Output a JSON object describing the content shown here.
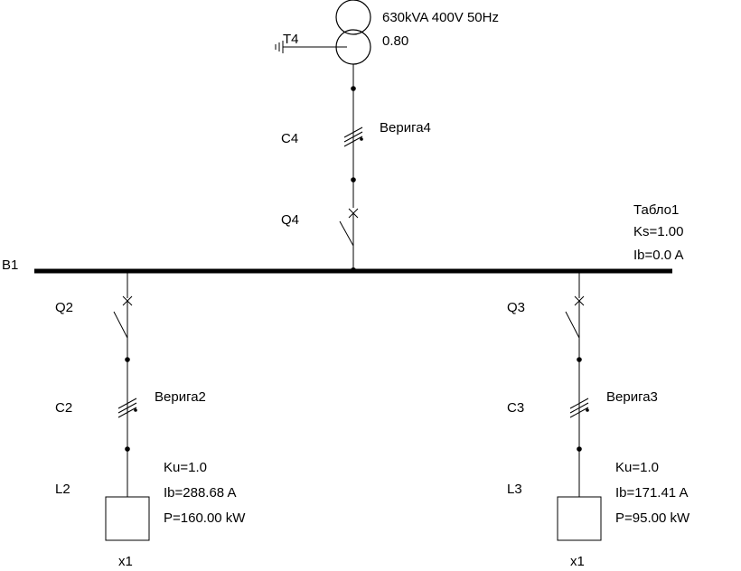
{
  "transformer": {
    "label": "T4",
    "rating": "630kVA 400V 50Hz",
    "pf": "0.80"
  },
  "incomer": {
    "cable_label": "C4",
    "cable_name": "Верига4",
    "breaker_label": "Q4"
  },
  "busbar": {
    "label": "B1",
    "panel_name": "Табло1",
    "ks": "Ks=1.00",
    "ib": "Ib=0.0 A"
  },
  "feeders": [
    {
      "breaker_label": "Q2",
      "cable_label": "C2",
      "cable_name": "Верига2",
      "load_label": "L2",
      "ku": "Ku=1.0",
      "ib": "Ib=288.68 A",
      "power": "P=160.00 kW",
      "multiplier": "x1"
    },
    {
      "breaker_label": "Q3",
      "cable_label": "C3",
      "cable_name": "Верига3",
      "load_label": "L3",
      "ku": "Ku=1.0",
      "ib": "Ib=171.41 A",
      "power": "P=95.00 kW",
      "multiplier": "x1"
    }
  ],
  "colors": {
    "line": "#000000",
    "background": "#ffffff"
  }
}
